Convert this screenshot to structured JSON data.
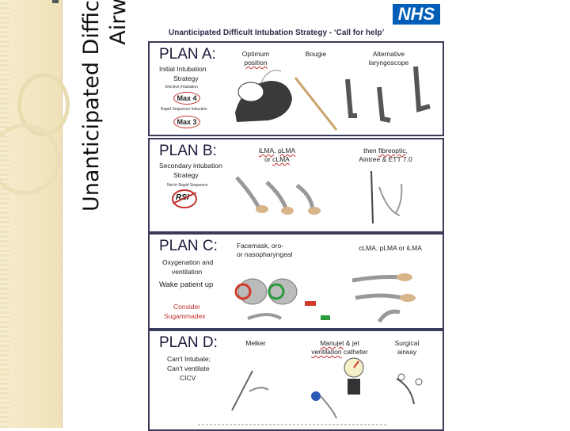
{
  "slide": {
    "title_line1": "Unanticipated Difficult",
    "title_line2": "Airway"
  },
  "logo": "NHS",
  "colors": {
    "nhs_blue": "#005eb8",
    "plan_red": "#c0302a",
    "border": "#3a3a5a",
    "sidebar": "#f6eccd"
  },
  "header": "Unanticipated Difficult Intubation Strategy - ‘Call for help’",
  "planA": {
    "title": "PLAN A:",
    "sub1": "Initial Intubation",
    "sub2": "Strategy",
    "elective": "Elective Intubation",
    "max4": "Max 4",
    "rsi_label": "Rapid Sequence Induction",
    "max3": "Max 3",
    "col1a": "Optimum",
    "col1b": "position",
    "col2": "Bougie",
    "col3a": "Alternative",
    "col3b": "laryngoscope"
  },
  "planB": {
    "title": "PLAN B:",
    "sub1": "Secondary intubation",
    "sub2": "Strategy",
    "not_rsi": "Not in Rapid Sequence",
    "rsi": "RSI",
    "col1a_1": "iLMA",
    "col1a_2": ", ",
    "col1a_3": "pLMA",
    "col1b_1": "or ",
    "col1b_2": "cLMA",
    "col2a_1": "then ",
    "col2a_2": "fibreoptic",
    "col2a_3": ",",
    "col2b": "Aintree & ETT 7.0"
  },
  "planC": {
    "title": "PLAN C:",
    "sub1": "Oxygenation and",
    "sub2": "ventilation",
    "sub3": "Wake patient up",
    "sub4": "Consider",
    "sub5": "Sugammadex",
    "col1a": "Facemask, oro-",
    "col1b": "or nasopharyngeal",
    "col2": "cLMA, pLMA or iLMA"
  },
  "planD": {
    "title": "PLAN D:",
    "sub1": "Can't Intubate;",
    "sub2": "Can't ventilate",
    "sub3": "CICV",
    "col1": "Melker",
    "col2a_1": "Manujet",
    "col2a_2": " & jet",
    "col2b_1": "ventilation",
    "col2b_2": " catheter",
    "col3a": "Surgical",
    "col3b": "airway"
  }
}
